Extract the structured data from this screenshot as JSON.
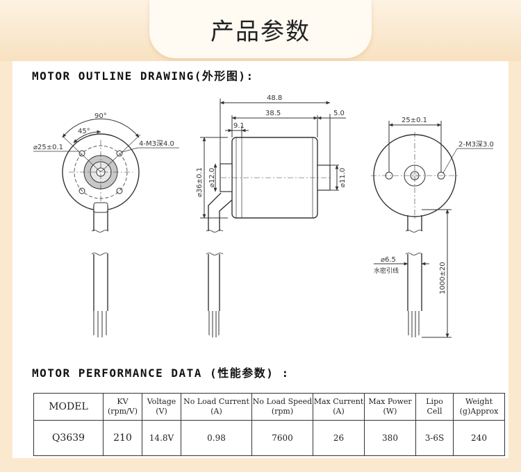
{
  "banner": {
    "title": "产品参数"
  },
  "drawing": {
    "heading": "MOTOR OUTLINE DRAWING(外形图):",
    "front": {
      "angle_90": "90°",
      "angle_45": "45°",
      "diameter": "⌀25±0.1",
      "holes": "4-M3深4.0"
    },
    "side": {
      "len_total": "48.8",
      "len_body": "38.5",
      "len_shaft": "5.0",
      "len_boss": "9.1",
      "dia_body": "⌀36±0.1",
      "dia_boss": "⌀12.0",
      "dia_shaft": "⌀11.0"
    },
    "back": {
      "spacing": "25±0.1",
      "holes": "2-M3深3.0",
      "wire_dia": "⌀6.5",
      "wire_label": "水密引线",
      "lead_len": "1000±20"
    }
  },
  "performance": {
    "heading": "MOTOR PERFORMANCE DATA (性能参数) :",
    "headers": [
      [
        "MODEL"
      ],
      [
        "KV",
        "(rpm/V)"
      ],
      [
        "Voltage",
        "(V)"
      ],
      [
        "No Load Current",
        "(A)"
      ],
      [
        "No Load Speed",
        "(rpm)"
      ],
      [
        "Max Current",
        "(A)"
      ],
      [
        "Max Power",
        "(W)"
      ],
      [
        "Lipo",
        "Cell"
      ],
      [
        "Weight",
        "(g)Approx"
      ]
    ],
    "row": [
      "Q3639",
      "210",
      "14.8V",
      "0.98",
      "7600",
      "26",
      "380",
      "3-6S",
      "240"
    ]
  }
}
